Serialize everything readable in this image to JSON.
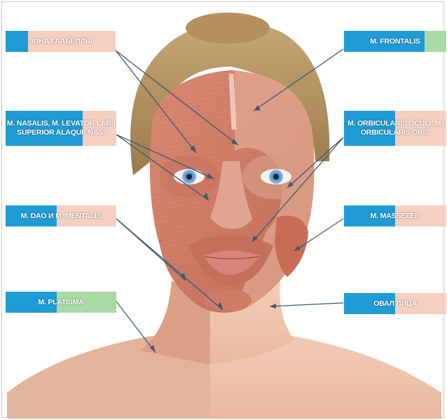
{
  "labels": {
    "glabella": "ЗОНА ГЛАБЕЛЛЫ",
    "frontalis": "M. FRONTALIS",
    "nasalis": "M. NASALIS, M. LEVATOR LABII SUPERIOR ALAQUE NASI",
    "orbicularis": "M. ORBICULARIS OCULI, M. ORBICULARIS ORIS",
    "dao": "M. DAO И M. MENTALIS",
    "masseter": "M. MASSETER",
    "platisma": "M. PLATISMA",
    "oval": "ОВАЛ ЛИЦА"
  },
  "colors": {
    "blue": "#1f9bd7",
    "peach": "#f7cfc0",
    "green": "#a9d9a4",
    "pointer": "#3b5a73"
  },
  "image": {
    "subject": "face-muscle-anatomy-illustration"
  }
}
